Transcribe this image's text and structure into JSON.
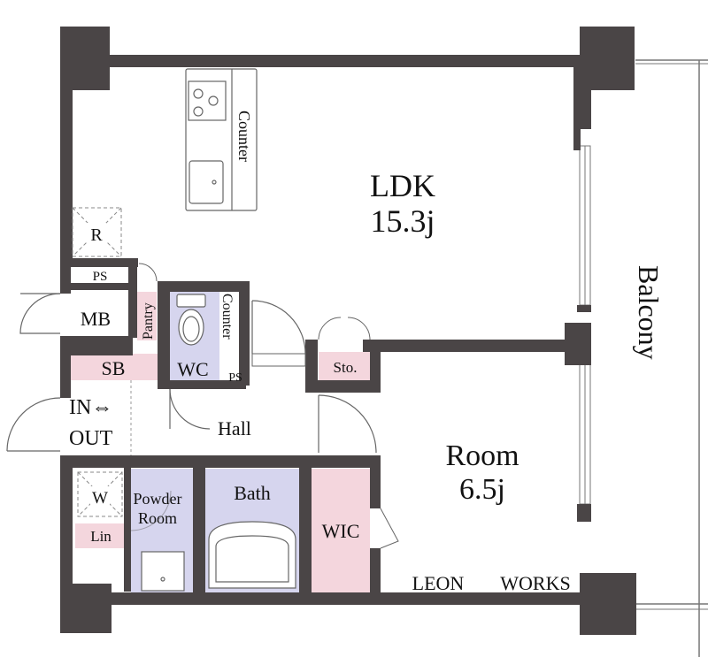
{
  "rooms": {
    "ldk": {
      "name": "LDK",
      "size": "15.3j"
    },
    "room": {
      "name": "Room",
      "size": "6.5j"
    },
    "balcony": "Balcony",
    "hall": "Hall",
    "bath": "Bath",
    "powder_room_line1": "Powder",
    "powder_room_line2": "Room",
    "wic": "WIC",
    "wc": "WC",
    "sb": "SB",
    "entrance_line1": "IN⇔",
    "entrance_line2": "OUT",
    "mb": "MB",
    "pantry": "Pantry",
    "sto": "Sto.",
    "lin": "Lin",
    "w": "W",
    "r": "R",
    "ps_upper": "PS",
    "ps_lower": "PS",
    "counter_kitchen": "Counter",
    "counter_wc": "Counter"
  },
  "brand": {
    "left": "LEON",
    "right": "WORKS"
  },
  "colors": {
    "wall": "#4a4546",
    "pink": "#f4d6dd",
    "lavender": "#d6d5ee",
    "line": "#555555"
  }
}
